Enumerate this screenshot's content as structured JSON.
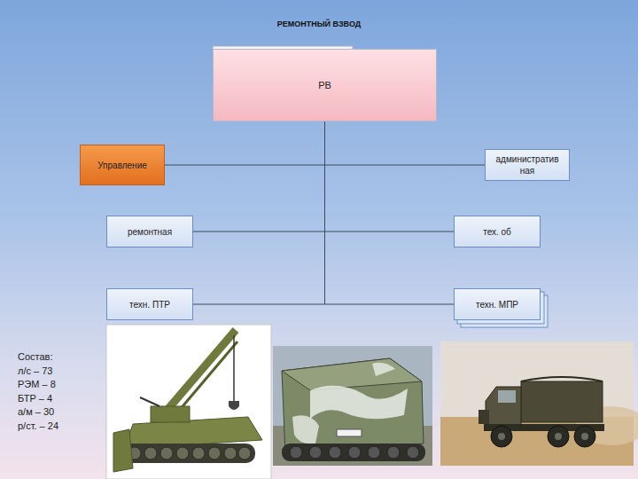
{
  "diagram": {
    "title": "РЕМОНТНЫЙ ВЗВОД",
    "nodes": [
      {
        "text": [
          "РВ"
        ]
      },
      {
        "text": [
          "Управление"
        ]
      },
      {
        "text": [
          "административ ная"
        ]
      },
      {
        "text": [
          "ремонтная"
        ]
      },
      {
        "text": [
          "тех. об"
        ]
      },
      {
        "text": [
          "техн. ПТР"
        ]
      },
      {
        "text": [
          "техн. МПР"
        ]
      }
    ],
    "edges": [
      {
        "from": 0,
        "to": 1,
        "arrow": "none"
      },
      {
        "from": 0,
        "to": 2,
        "arrow": "none"
      },
      {
        "from": 0,
        "to": 3,
        "arrow": "none"
      },
      {
        "from": 0,
        "to": 4,
        "arrow": "none"
      },
      {
        "from": 0,
        "to": 5,
        "arrow": "none"
      },
      {
        "from": 0,
        "to": 6,
        "arrow": "none"
      }
    ],
    "labels": [
      "Состав:",
      "л/с – 73",
      "РЭМ – 8",
      "БТР – 4",
      "а/м – 30",
      "р/ст. – 24"
    ]
  }
}
